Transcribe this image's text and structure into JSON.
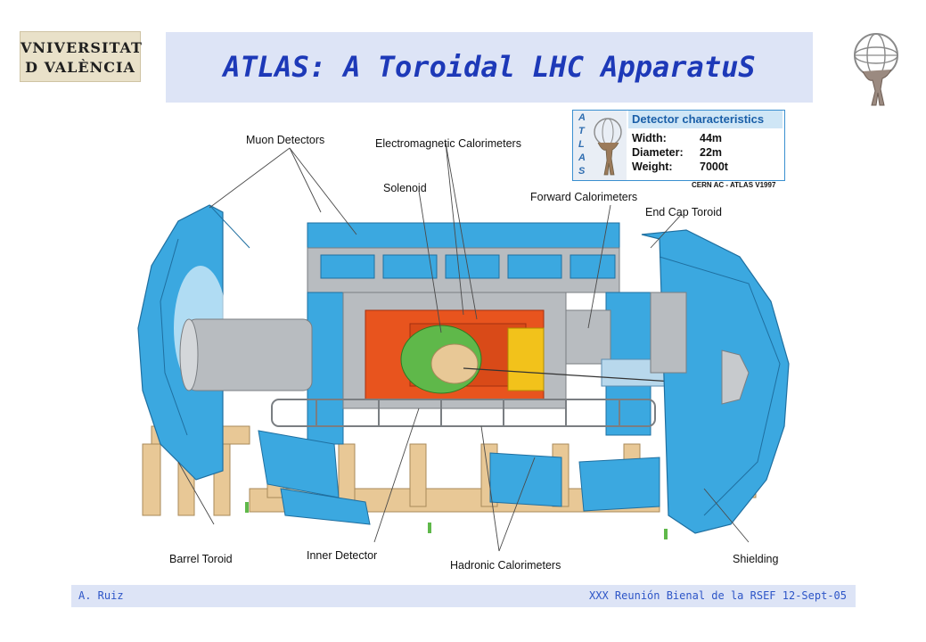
{
  "header": {
    "university_logo_line1": "VNIVERSITAT",
    "university_logo_line2": "D VALÈNCIA",
    "title": "ATLAS: A Toroidal LHC ApparatuS"
  },
  "diagram": {
    "labels": {
      "muon_detectors": "Muon Detectors",
      "em_calorimeters": "Electromagnetic Calorimeters",
      "solenoid": "Solenoid",
      "forward_calorimeters": "Forward Calorimeters",
      "end_cap_toroid": "End Cap Toroid",
      "barrel_toroid": "Barrel Toroid",
      "inner_detector": "Inner Detector",
      "hadronic_calorimeters": "Hadronic Calorimeters",
      "shielding": "Shielding"
    },
    "colors": {
      "muon_blue": "#3ba8e0",
      "calorimeter_orange": "#e8541e",
      "inner_green": "#5fb84a",
      "structure_grey": "#b8bcc0",
      "support_tan": "#e8c896"
    }
  },
  "info_box": {
    "logo_letters": [
      "A",
      "T",
      "L",
      "A",
      "S"
    ],
    "heading": "Detector characteristics",
    "rows": [
      {
        "label": "Width:",
        "value": "44m"
      },
      {
        "label": "Diameter:",
        "value": "22m"
      },
      {
        "label": "Weight:",
        "value": "7000t"
      }
    ],
    "credit": "CERN AC - ATLAS V1997"
  },
  "footer": {
    "author": "A. Ruiz",
    "event": "XXX Reunión Bienal de la RSEF 12-Sept-05"
  }
}
